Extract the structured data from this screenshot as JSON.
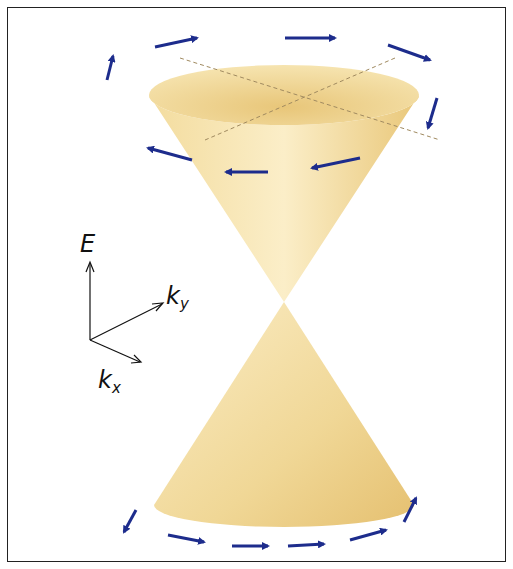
{
  "diagram": {
    "labels": [
      "E",
      "ky",
      "kx"
    ]
  }
}
